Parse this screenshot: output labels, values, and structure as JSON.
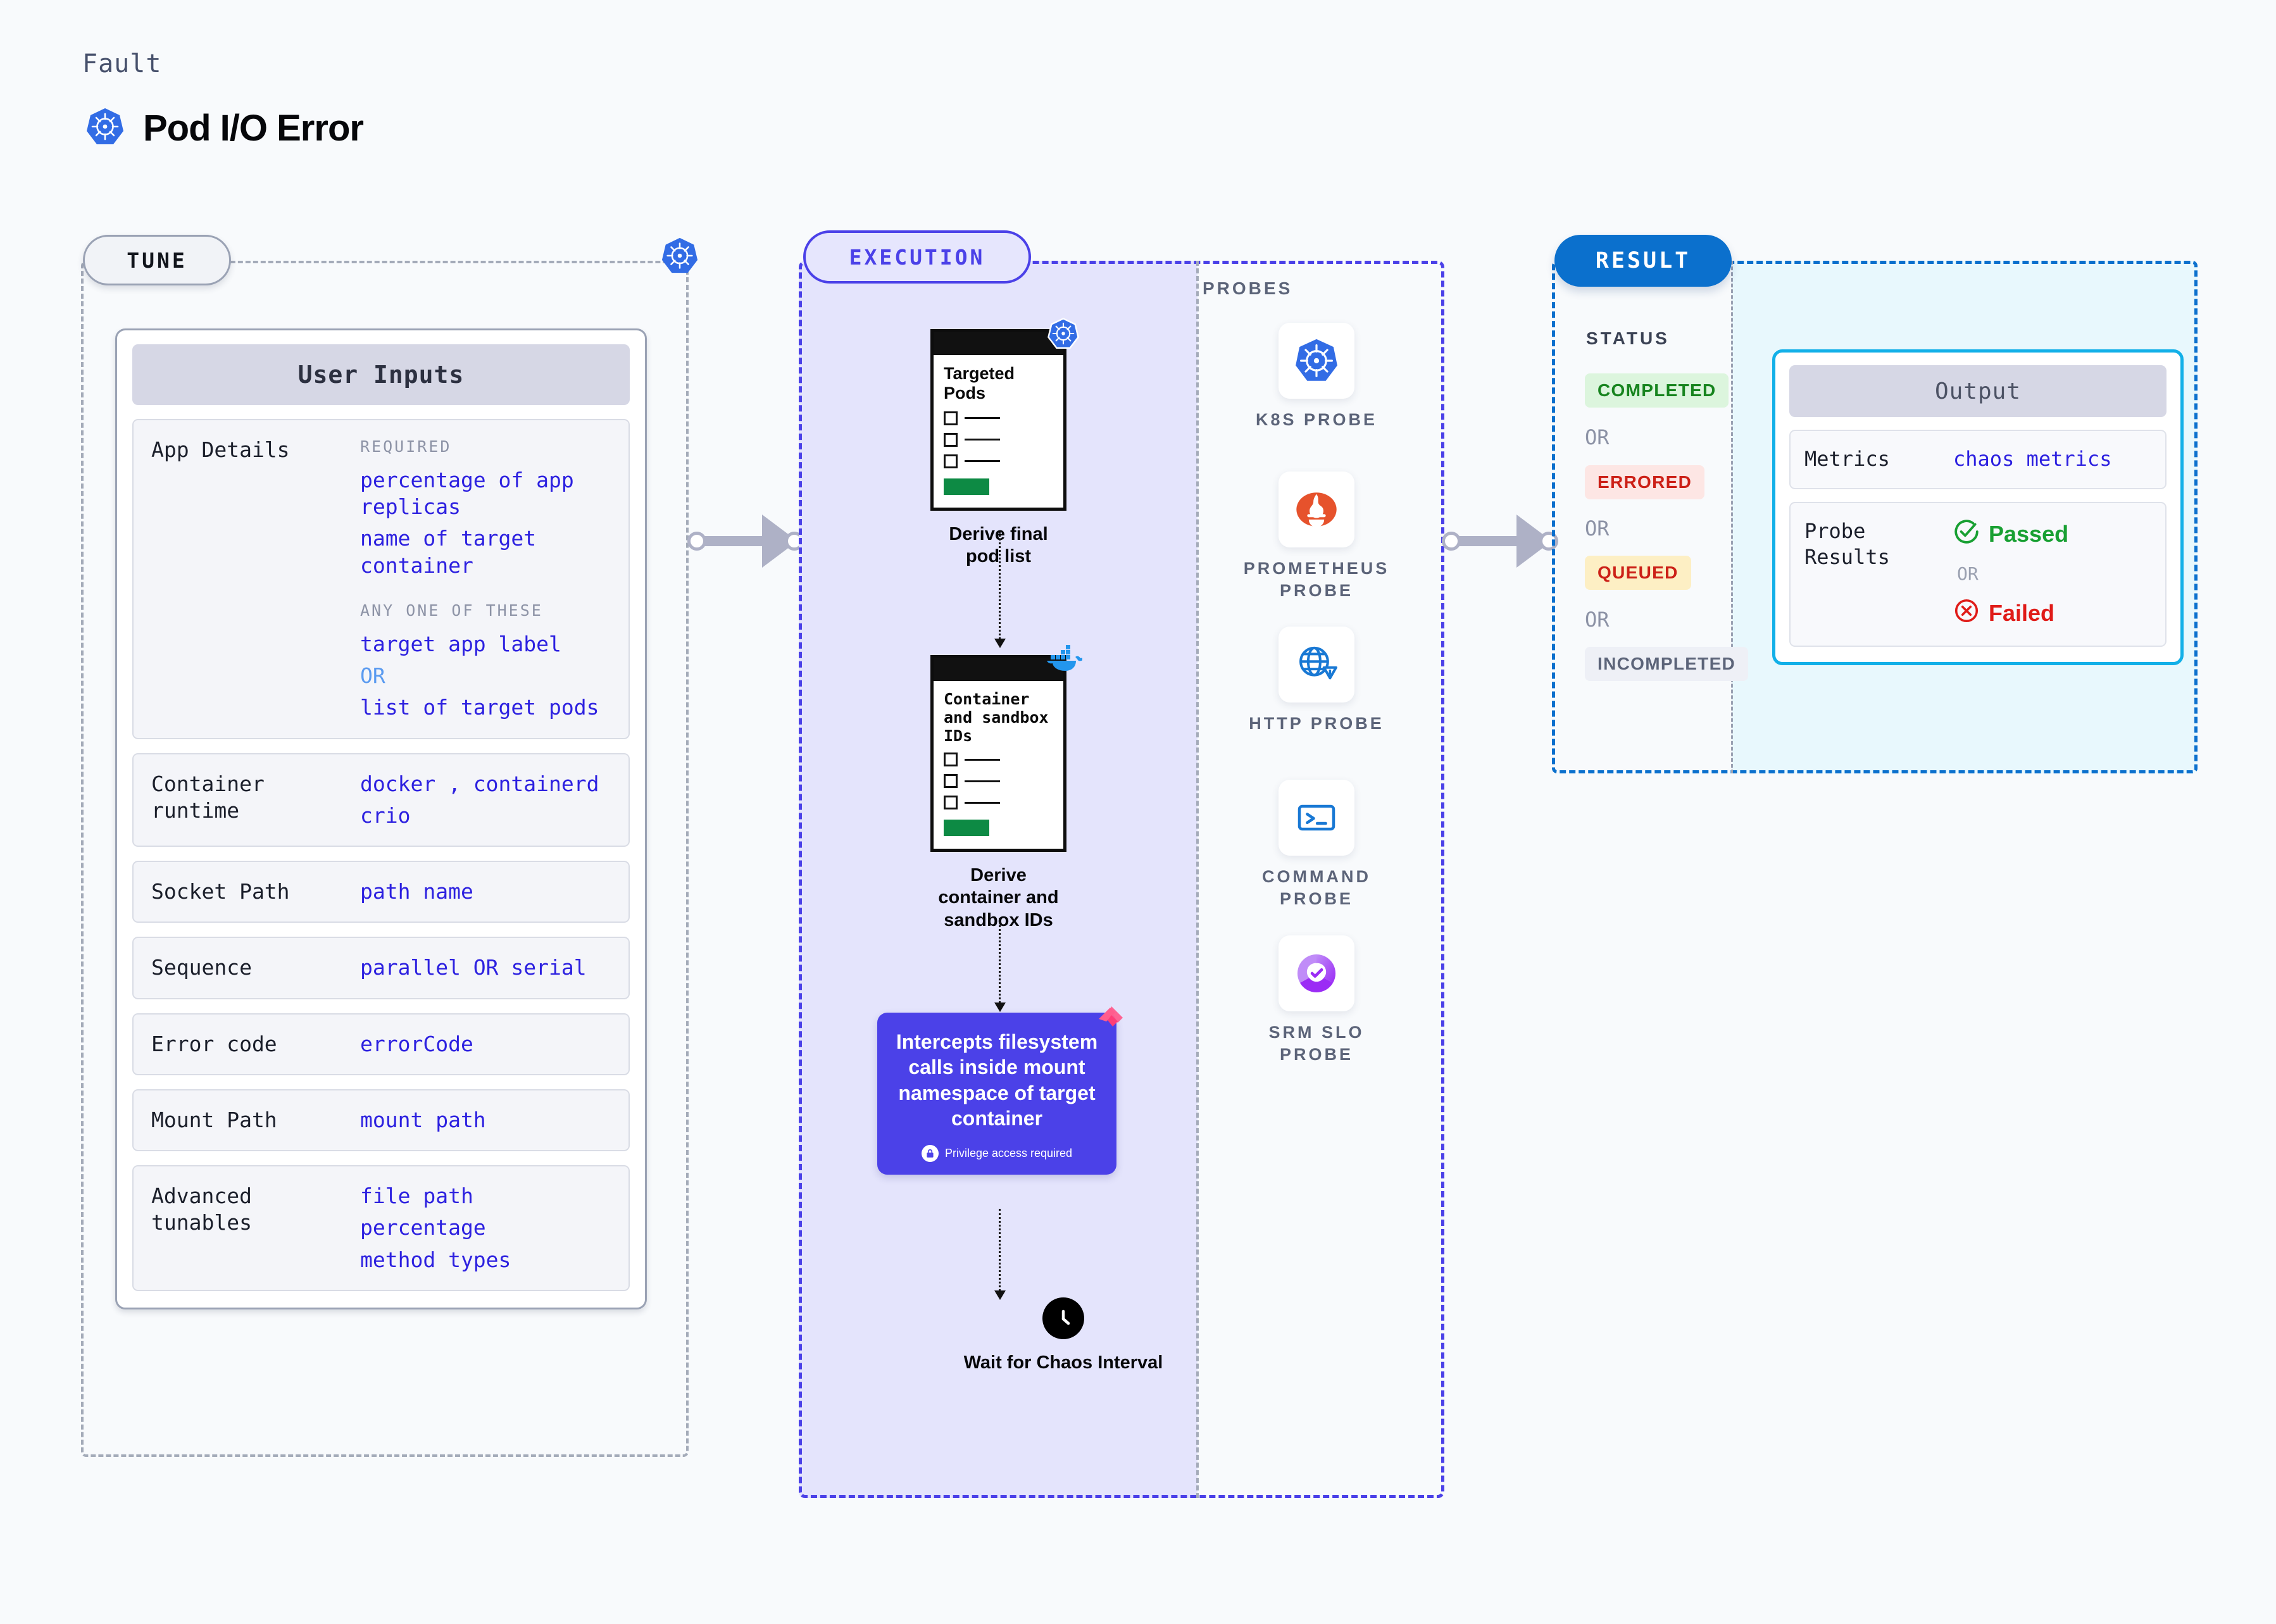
{
  "header": {
    "kicker": "Fault",
    "title": "Pod I/O Error",
    "icon": "kubernetes-icon"
  },
  "tune": {
    "badge": "TUNE",
    "border_icon": "kubernetes-icon",
    "card_title": "User Inputs",
    "rows": [
      {
        "label": "App Details",
        "groups": [
          {
            "hint": "REQUIRED",
            "values": [
              "percentage of app replicas",
              "name of target container"
            ]
          },
          {
            "hint": "ANY ONE OF THESE",
            "values": [
              "target app label",
              "OR",
              "list of target pods"
            ]
          }
        ]
      },
      {
        "label": "Container runtime",
        "values": [
          "docker , containerd",
          "crio"
        ]
      },
      {
        "label": "Socket Path",
        "values": [
          "path name"
        ]
      },
      {
        "label": "Sequence",
        "values": [
          "parallel OR serial"
        ]
      },
      {
        "label": "Error code",
        "values": [
          "errorCode"
        ]
      },
      {
        "label": "Mount Path",
        "values": [
          "mount path"
        ]
      },
      {
        "label": "Advanced tunables",
        "values": [
          "file path",
          "percentage",
          "method types"
        ]
      }
    ]
  },
  "execution": {
    "badge": "EXECUTION",
    "nodes": [
      {
        "card_title": "Targeted Pods",
        "card_icon": "kubernetes-icon",
        "caption": "Derive final pod list"
      },
      {
        "card_title": "Container and sandbox IDs",
        "card_icon": "docker-icon",
        "caption": "Derive container and sandbox IDs"
      }
    ],
    "intercept": {
      "text": "Intercepts filesystem calls inside mount namespace of target container",
      "privilege_note": "Privilege access required",
      "privilege_icon": "lock-icon",
      "corner_icon": "litmus-icon",
      "color": "#4b41e8"
    },
    "wait": {
      "icon": "clock-icon",
      "caption": "Wait for Chaos Interval"
    }
  },
  "probes": {
    "title": "PROBES",
    "items": [
      {
        "label": "K8S PROBE",
        "icon": "kubernetes-icon"
      },
      {
        "label": "PROMETHEUS PROBE",
        "icon": "prometheus-icon"
      },
      {
        "label": "HTTP PROBE",
        "icon": "http-globe-icon"
      },
      {
        "label": "COMMAND PROBE",
        "icon": "terminal-icon"
      },
      {
        "label": "SRM SLO PROBE",
        "icon": "srm-slo-icon"
      }
    ]
  },
  "result": {
    "badge": "RESULT",
    "status_title": "STATUS",
    "or_label": "OR",
    "statuses": [
      {
        "label": "COMPLETED",
        "bg": "#dcf5dd",
        "fg": "#17841e"
      },
      {
        "label": "ERRORED",
        "bg": "#fde6e4",
        "fg": "#cc2017"
      },
      {
        "label": "QUEUED",
        "bg": "#fdefc4",
        "fg": "#cc2017"
      },
      {
        "label": "INCOMPLETED",
        "bg": "#eef0f6",
        "fg": "#5c6479"
      }
    ],
    "output": {
      "title": "Output",
      "metrics_label": "Metrics",
      "metrics_value": "chaos metrics",
      "probe_results_label": "Probe Results",
      "passed_label": "Passed",
      "failed_label": "Failed",
      "or_label": "OR",
      "passed_icon": "check-circle-icon",
      "failed_icon": "x-circle-icon"
    }
  },
  "colors": {
    "brand_purple": "#4b41e8",
    "k8s_blue": "#326ce5",
    "result_blue": "#0b70cd",
    "output_cyan": "#12b0e8",
    "code_blue": "#2d21e0"
  }
}
